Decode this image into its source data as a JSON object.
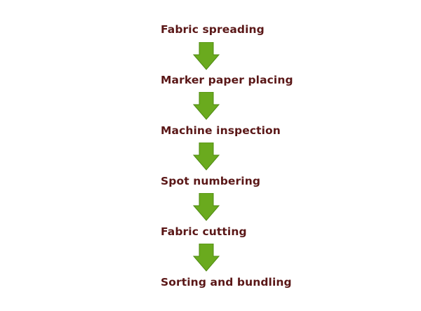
{
  "flowchart": {
    "steps": [
      {
        "label": "Fabric spreading"
      },
      {
        "label": "Marker paper placing"
      },
      {
        "label": "Machine inspection"
      },
      {
        "label": "Spot numbering"
      },
      {
        "label": "Fabric cutting"
      },
      {
        "label": "Sorting and bundling"
      }
    ],
    "colors": {
      "text": "#5a1717",
      "arrow_fill": "#6aaa1e",
      "arrow_stroke": "#4e8a12"
    },
    "arrow_icon": "down-arrow-icon"
  }
}
